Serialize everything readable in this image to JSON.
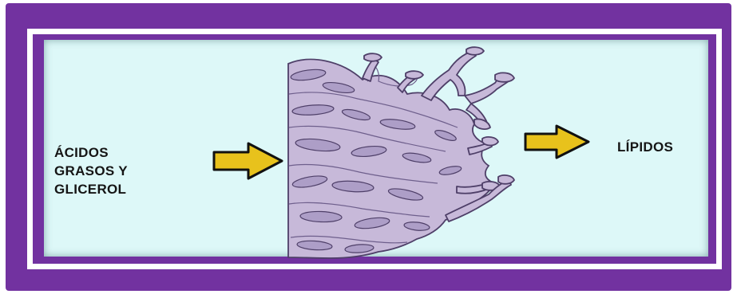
{
  "labels": {
    "input_line1": "ÁCIDOS",
    "input_line2": "GRASOS Y",
    "input_line3": "GLICEROL",
    "output": "LÍPIDOS"
  },
  "icons": {
    "input_arrow": "right-arrow-icon",
    "output_arrow": "right-arrow-icon",
    "organelle": "smooth-endoplasmic-reticulum"
  },
  "colors": {
    "frame": "#7232a0",
    "panel": "#ddf8f8",
    "arrow_fill": "#e8c21c",
    "organelle_fill": "#c7b9d9",
    "organelle_outline": "#4e3f68"
  }
}
